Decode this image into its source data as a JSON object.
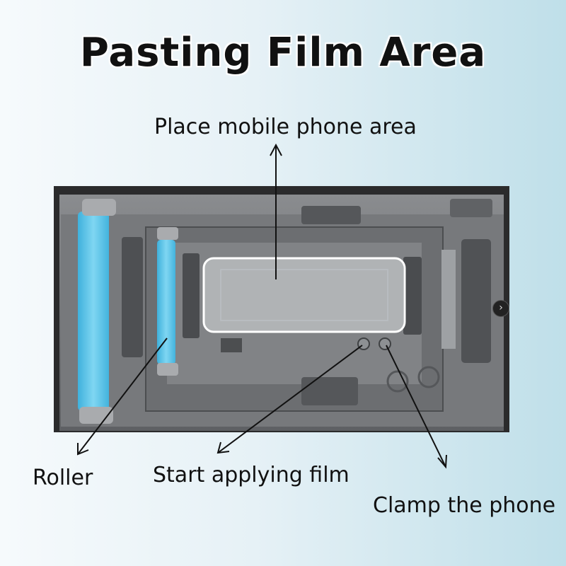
{
  "title": "Pasting Film Area",
  "labels": {
    "place_phone": "Place mobile phone area",
    "roller": "Roller",
    "start_film": "Start applying film",
    "clamp": "Clamp the phone"
  },
  "colors": {
    "roller": "#5ec6e8",
    "metal": "#6f7173",
    "frame": "#2b2b2c",
    "arrow": "#111111"
  },
  "icons": {
    "next": "chevron-right-icon"
  }
}
